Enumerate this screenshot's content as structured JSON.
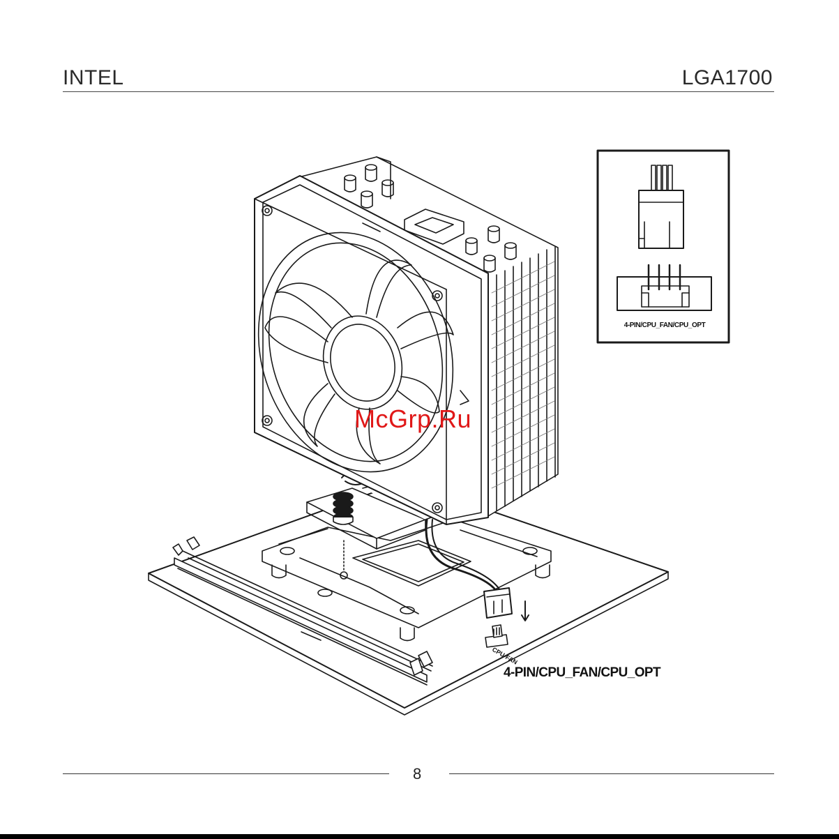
{
  "header": {
    "left_title": "INTEL",
    "right_title": "LGA1700"
  },
  "figure": {
    "inset_label": "4-PIN/CPU_FAN/CPU_OPT",
    "board_header_label": "CPU-FAN",
    "main_label": "4-PIN/CPU_FAN/CPU_OPT"
  },
  "watermark": "McGrp.Ru",
  "footer": {
    "page_number": "8"
  }
}
